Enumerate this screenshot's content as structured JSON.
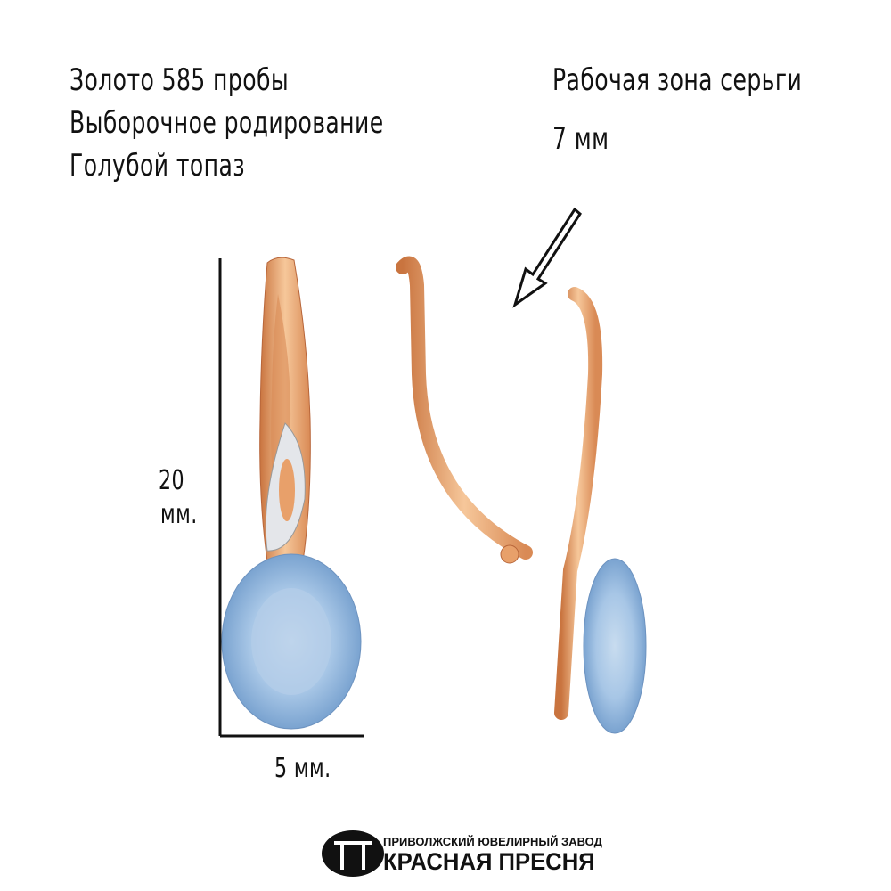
{
  "specs": {
    "metal": "Золото 585 пробы",
    "plating": "Выборочное родирование",
    "stone": "Голубой топаз"
  },
  "working_zone": {
    "label": "Рабочая зона серьги",
    "value": "7 мм"
  },
  "dimensions": {
    "height_value": "20",
    "height_unit": "мм.",
    "width": "5 мм."
  },
  "brand": {
    "tagline": "ПРИВОЛЖСКИЙ ЮВЕЛИРНЫЙ ЗАВОД",
    "name": "КРАСНАЯ ПРЕСНЯ"
  },
  "colors": {
    "gold": "#e8a06a",
    "topaz": "#a9c8e6",
    "rhodium": "#e4e6ea"
  }
}
